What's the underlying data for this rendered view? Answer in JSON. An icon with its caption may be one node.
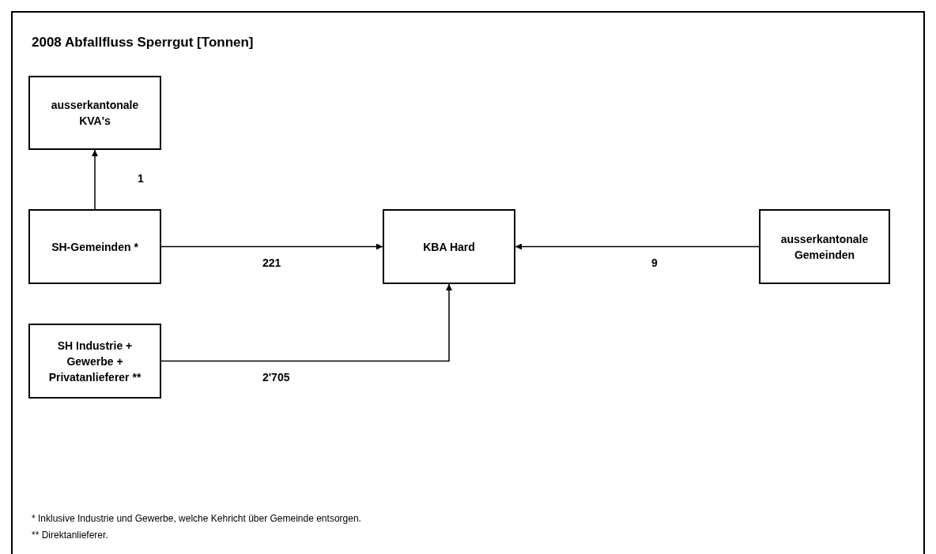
{
  "diagram": {
    "title": "2008 Abfallfluss Sperrgut [Tonnen]",
    "nodes": [
      {
        "text": [
          "ausserkantonale KVA's"
        ]
      },
      {
        "text": [
          "SH-Gemeinden *"
        ]
      },
      {
        "text": [
          "KBA Hard"
        ]
      },
      {
        "text": [
          "ausserkantonale Gemeinden"
        ]
      },
      {
        "text": [
          "SH Industrie + Gewerbe + Privatanlieferer **"
        ]
      }
    ],
    "edges": [
      {
        "from": 1,
        "to": 0,
        "arrow": "to",
        "label": "1"
      },
      {
        "from": 1,
        "to": 2,
        "arrow": "to",
        "label": "221"
      },
      {
        "from": 3,
        "to": 2,
        "arrow": "to",
        "label": "9"
      },
      {
        "from": 4,
        "to": 2,
        "arrow": "to",
        "label": "2'705"
      }
    ],
    "labels": [
      "* Inklusive Industrie und Gewerbe, welche Kehricht über Gemeinde entsorgen.",
      "** Direktanlieferer."
    ]
  }
}
